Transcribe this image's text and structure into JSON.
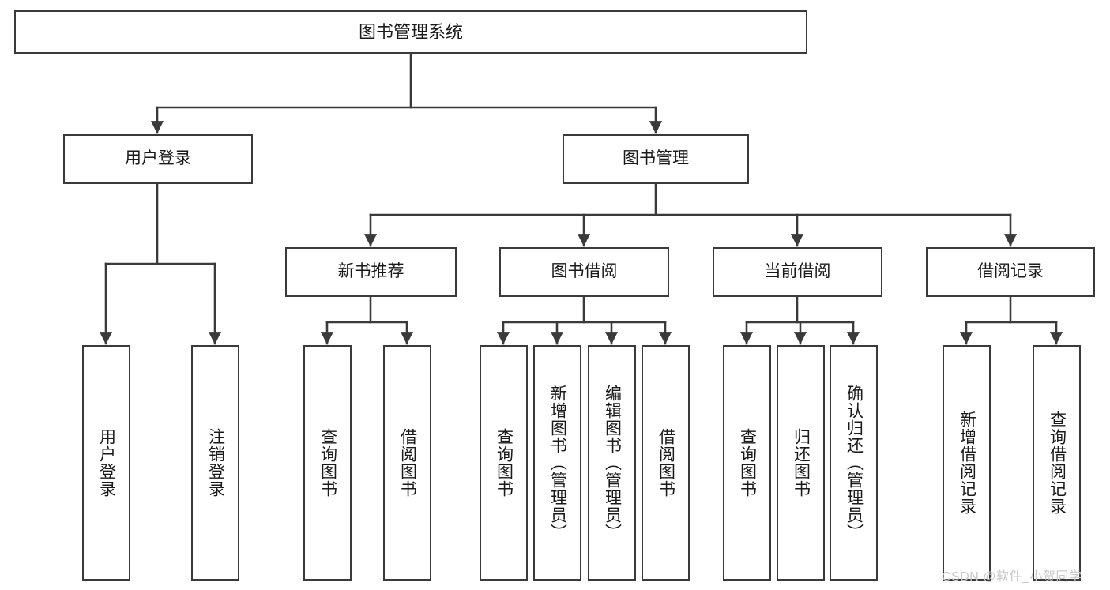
{
  "diagram": {
    "title": "图书管理系统",
    "type": "tree",
    "root": {
      "label": "图书管理系统"
    },
    "level1": [
      {
        "id": "user-login",
        "label": "用户登录"
      },
      {
        "id": "book-manage",
        "label": "图书管理"
      }
    ],
    "level2": [
      {
        "id": "new-book-rec",
        "label": "新书推荐",
        "parent": "book-manage"
      },
      {
        "id": "book-borrow",
        "label": "图书借阅",
        "parent": "book-manage"
      },
      {
        "id": "current-borrow",
        "label": "当前借阅",
        "parent": "book-manage"
      },
      {
        "id": "borrow-record",
        "label": "借阅记录",
        "parent": "book-manage"
      }
    ],
    "leaves": [
      {
        "id": "leaf-user-login",
        "label": "用户登录",
        "parent": "user-login"
      },
      {
        "id": "leaf-logout",
        "label": "注销登录",
        "parent": "user-login"
      },
      {
        "id": "leaf-query-book-1",
        "label": "查询图书",
        "parent": "new-book-rec"
      },
      {
        "id": "leaf-borrow-book-1",
        "label": "借阅图书",
        "parent": "new-book-rec"
      },
      {
        "id": "leaf-query-book-2",
        "label": "查询图书",
        "parent": "book-borrow"
      },
      {
        "id": "leaf-add-book",
        "label": "新增图书（管理员）",
        "parent": "book-borrow"
      },
      {
        "id": "leaf-edit-book",
        "label": "编辑图书（管理员）",
        "parent": "book-borrow"
      },
      {
        "id": "leaf-borrow-book-2",
        "label": "借阅图书",
        "parent": "book-borrow"
      },
      {
        "id": "leaf-query-book-3",
        "label": "查询图书",
        "parent": "current-borrow"
      },
      {
        "id": "leaf-return-book",
        "label": "归还图书",
        "parent": "current-borrow"
      },
      {
        "id": "leaf-confirm-return",
        "label": "确认归还（管理员）",
        "parent": "current-borrow"
      },
      {
        "id": "leaf-add-record",
        "label": "新增借阅记录",
        "parent": "borrow-record"
      },
      {
        "id": "leaf-query-record",
        "label": "查询借阅记录",
        "parent": "borrow-record"
      }
    ],
    "colors": {
      "stroke": "#3a3a3a",
      "fill": "#ffffff",
      "text": "#1a1a1a",
      "watermark": "#c9c9c9"
    }
  },
  "watermark": {
    "text": "CSDN @软件_小贺同学"
  }
}
